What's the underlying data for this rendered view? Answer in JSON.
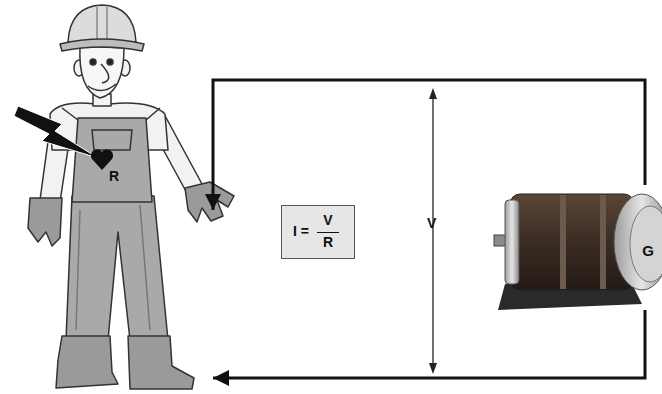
{
  "diagram": {
    "nodes": [
      {
        "text": [
          "R"
        ]
      },
      {
        "text": [
          "I =",
          "V",
          "R"
        ]
      },
      {
        "text": [
          "G"
        ]
      }
    ],
    "edges": [
      {
        "from": 2,
        "to": 0,
        "arrow": "to"
      },
      {
        "from": 2,
        "to": 0,
        "arrow": "to"
      }
    ],
    "labels": [
      "V"
    ]
  }
}
